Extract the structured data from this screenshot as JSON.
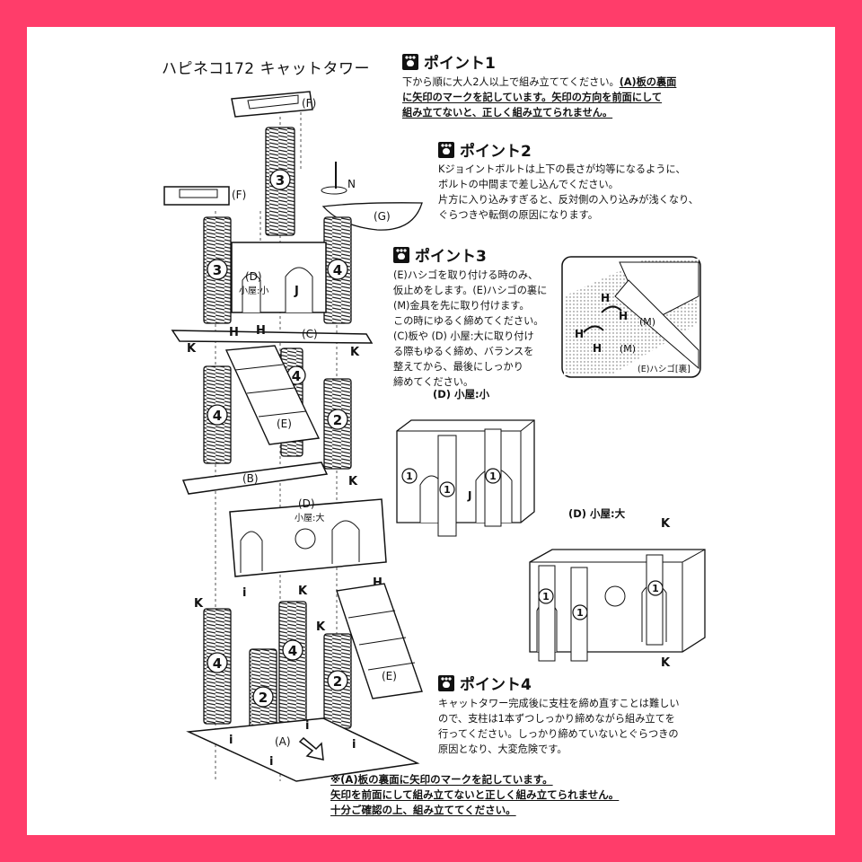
{
  "title": "ハピネコ172 キャットタワー",
  "points": [
    {
      "heading": "ポイント1",
      "lines": [
        {
          "parts": [
            {
              "t": "下から順に大人2人以上で組み立ててください。",
              "u": false
            },
            {
              "t": "(A)板の裏面",
              "u": true
            }
          ]
        },
        {
          "parts": [
            {
              "t": "に矢印のマークを記しています。矢印の方向を前面にして",
              "u": true
            }
          ]
        },
        {
          "parts": [
            {
              "t": "組み立てないと、正しく組み立てられません。",
              "u": true
            }
          ]
        }
      ]
    },
    {
      "heading": "ポイント2",
      "lines": [
        {
          "parts": [
            {
              "t": "Kジョイントボルトは上下の長さが均等になるように、",
              "u": false
            }
          ]
        },
        {
          "parts": [
            {
              "t": "ボルトの中間まで差し込んでください。",
              "u": false
            }
          ]
        },
        {
          "parts": [
            {
              "t": "片方に入り込みすぎると、反対側の入り込みが浅くなり、",
              "u": false
            }
          ]
        },
        {
          "parts": [
            {
              "t": "ぐらつきや転倒の原因になります。",
              "u": false
            }
          ]
        }
      ]
    },
    {
      "heading": "ポイント3",
      "lines": [
        {
          "parts": [
            {
              "t": "(E)ハシゴを取り付ける時のみ、",
              "u": false
            }
          ]
        },
        {
          "parts": [
            {
              "t": "仮止めをします。(E)ハシゴの裏に",
              "u": false
            }
          ]
        },
        {
          "parts": [
            {
              "t": "(M)金具を先に取り付けます。",
              "u": false
            }
          ]
        },
        {
          "parts": [
            {
              "t": "この時にゆるく締めてください。",
              "u": false
            }
          ]
        },
        {
          "parts": [
            {
              "t": "(C)板や (D) 小屋:大に取り付け",
              "u": false
            }
          ]
        },
        {
          "parts": [
            {
              "t": "る際もゆるく締め、バランスを",
              "u": false
            }
          ]
        },
        {
          "parts": [
            {
              "t": "整えてから、最後にしっかり",
              "u": false
            }
          ]
        },
        {
          "parts": [
            {
              "t": "締めてください。",
              "u": false
            }
          ]
        }
      ]
    },
    {
      "heading": "ポイント4",
      "lines": [
        {
          "parts": [
            {
              "t": "キャットタワー完成後に支柱を締め直すことは難しい",
              "u": false
            }
          ]
        },
        {
          "parts": [
            {
              "t": "ので、支柱は1本ずつしっかり締めながら組み立てを",
              "u": false
            }
          ]
        },
        {
          "parts": [
            {
              "t": "行ってください。しっかり締めていないとぐらつきの",
              "u": false
            }
          ]
        },
        {
          "parts": [
            {
              "t": "原因となり、大変危険です。",
              "u": false
            }
          ]
        }
      ]
    }
  ],
  "note": [
    "※(A)板の裏面に矢印のマークを記しています。",
    "矢印を前面にして組み立てないと正しく組み立てられません。",
    "十分ご確認の上、組み立ててください。"
  ],
  "labels": {
    "F": "(F)",
    "G": "(G)",
    "N": "N",
    "C": "(C)",
    "B": "(B)",
    "A": "(A)",
    "E": "(E)",
    "D": "(D)",
    "K": "K",
    "H": "H",
    "i": "i",
    "J": "J",
    "M": "(M)",
    "d_small": "小屋:小",
    "d_large": "小屋:大",
    "detail_small": "(D) 小屋:小",
    "detail_large": "(D) 小屋:大",
    "ladder_back": "(E)ハシゴ[裏]",
    "n1": "1",
    "n2": "2",
    "n3": "3",
    "n4": "4"
  }
}
